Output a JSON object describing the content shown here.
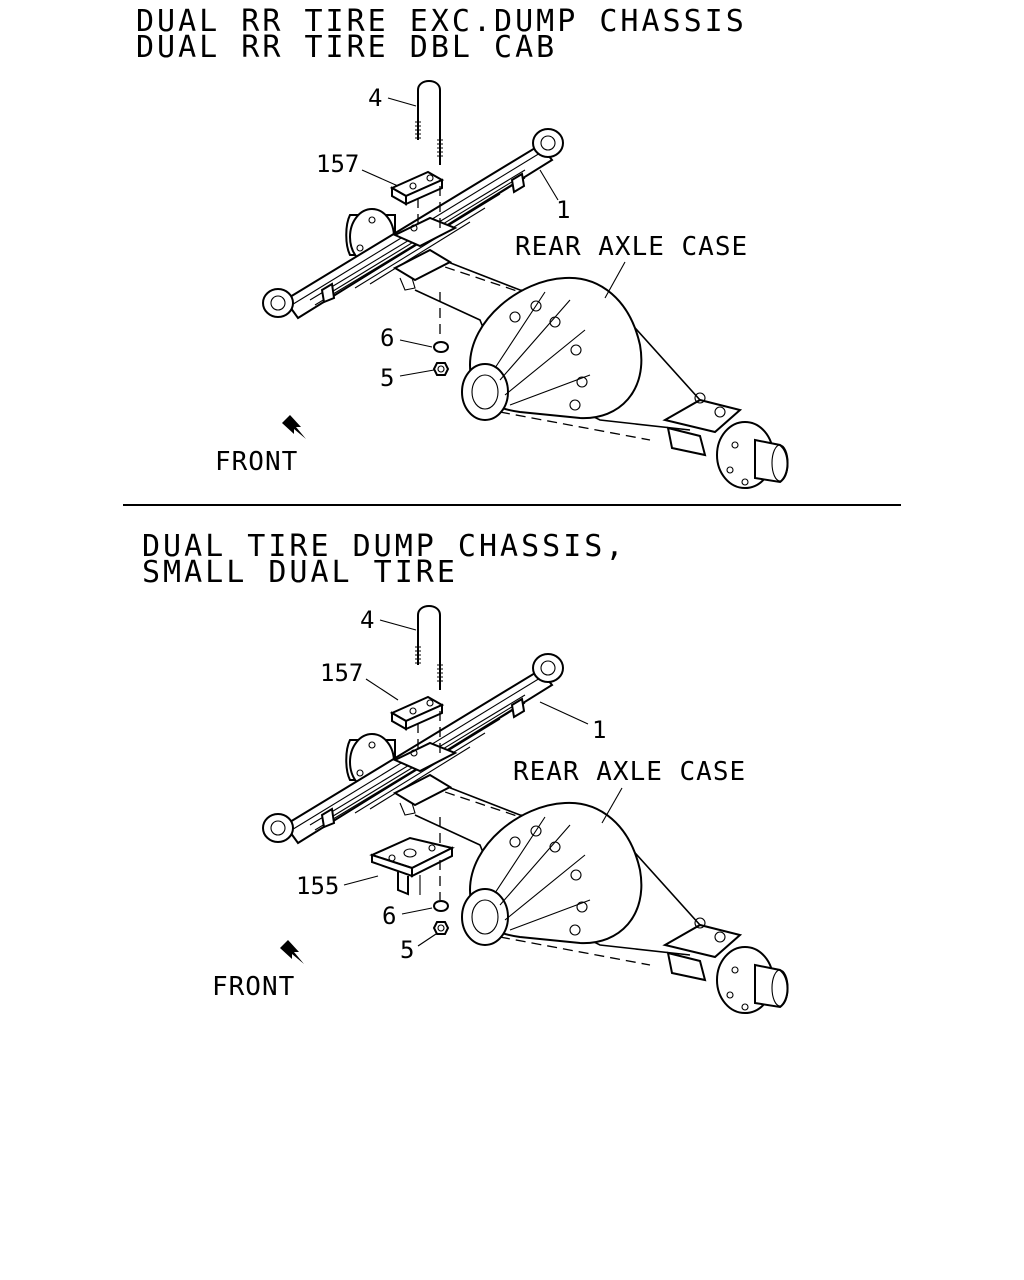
{
  "sections": [
    {
      "title_line1": "DUAL RR TIRE EXC.DUMP CHASSIS",
      "title_line2": "DUAL RR TIRE DBL CAB",
      "axle_label": "REAR AXLE CASE",
      "front_label": "FRONT",
      "callouts": {
        "u_bolt": "4",
        "plate": "157",
        "spring": "1",
        "washer": "6",
        "nut": "5"
      }
    },
    {
      "title_line1": "DUAL TIRE DUMP CHASSIS,",
      "title_line2": "SMALL DUAL TIRE",
      "axle_label": "REAR AXLE CASE",
      "front_label": "FRONT",
      "callouts": {
        "u_bolt": "4",
        "plate": "157",
        "spring": "1",
        "lower_plate": "155",
        "washer": "6",
        "nut": "5"
      }
    }
  ],
  "colors": {
    "ink": "#000000",
    "paper": "#ffffff"
  }
}
